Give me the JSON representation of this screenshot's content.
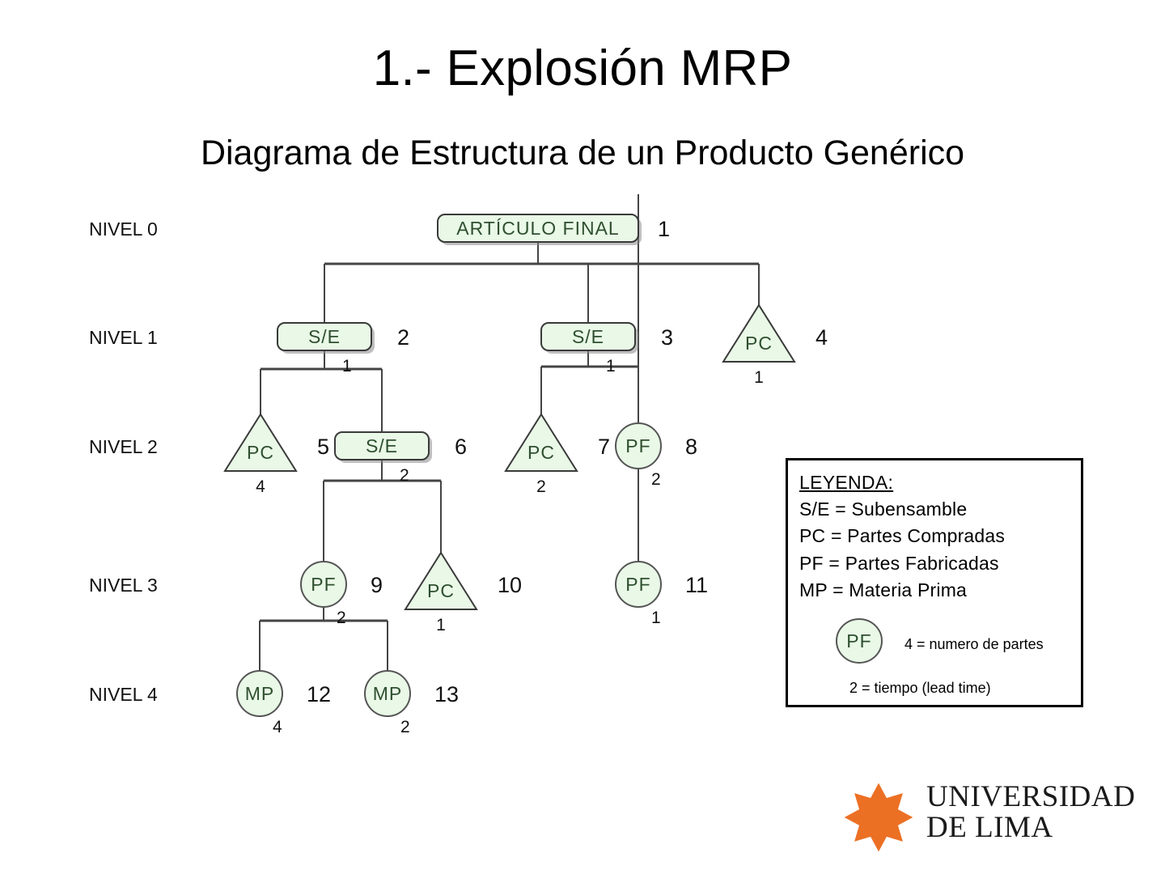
{
  "slide": {
    "title": "1.- Explosión MRP",
    "subtitle": "Diagrama de Estructura de un Producto Genérico"
  },
  "diagram": {
    "levels": [
      {
        "label": "NIVEL 0"
      },
      {
        "label": "NIVEL 1"
      },
      {
        "label": "NIVEL 2"
      },
      {
        "label": "NIVEL 3"
      },
      {
        "label": "NIVEL 4"
      }
    ],
    "nodes": [
      {
        "id": "n0",
        "shape": "rounded-rect",
        "label": "ARTÍCULO FINAL",
        "number": "1",
        "lead": "",
        "level": 0
      },
      {
        "id": "n1",
        "shape": "rounded-rect",
        "label": "S/E",
        "number": "2",
        "lead": "1",
        "level": 1
      },
      {
        "id": "n2",
        "shape": "rounded-rect",
        "label": "S/E",
        "number": "3",
        "lead": "1",
        "level": 1
      },
      {
        "id": "n3",
        "shape": "triangle",
        "label": "PC",
        "number": "4",
        "lead": "1",
        "level": 1
      },
      {
        "id": "n4",
        "shape": "triangle",
        "label": "PC",
        "number": "5",
        "lead": "4",
        "level": 2
      },
      {
        "id": "n5",
        "shape": "rounded-rect",
        "label": "S/E",
        "number": "6",
        "lead": "2",
        "level": 2
      },
      {
        "id": "n6",
        "shape": "triangle",
        "label": "PC",
        "number": "7",
        "lead": "2",
        "level": 2
      },
      {
        "id": "n7",
        "shape": "circle",
        "label": "PF",
        "number": "8",
        "lead": "2",
        "level": 2
      },
      {
        "id": "n8",
        "shape": "circle",
        "label": "PF",
        "number": "9",
        "lead": "2",
        "level": 3
      },
      {
        "id": "n9",
        "shape": "triangle",
        "label": "PC",
        "number": "10",
        "lead": "1",
        "level": 3
      },
      {
        "id": "n10",
        "shape": "circle",
        "label": "PF",
        "number": "11",
        "lead": "1",
        "level": 3
      },
      {
        "id": "n11",
        "shape": "circle",
        "label": "MP",
        "number": "12",
        "lead": "4",
        "level": 4
      },
      {
        "id": "n12",
        "shape": "circle",
        "label": "MP",
        "number": "13",
        "lead": "2",
        "level": 4
      }
    ],
    "edges": [
      {
        "from": "n0",
        "to": "n1"
      },
      {
        "from": "n0",
        "to": "n2"
      },
      {
        "from": "n0",
        "to": "n3"
      },
      {
        "from": "n1",
        "to": "n4"
      },
      {
        "from": "n1",
        "to": "n5"
      },
      {
        "from": "n2",
        "to": "n6"
      },
      {
        "from": "n2",
        "to": "n7"
      },
      {
        "from": "n5",
        "to": "n8"
      },
      {
        "from": "n5",
        "to": "n9"
      },
      {
        "from": "n7",
        "to": "n10"
      },
      {
        "from": "n8",
        "to": "n11"
      },
      {
        "from": "n8",
        "to": "n12"
      }
    ],
    "node_fill": "#e9f8e7",
    "node_stroke": "#555555",
    "line_color": "#444444"
  },
  "legend": {
    "title": "LEYENDA:",
    "lines": [
      "S/E = Subensamble",
      "PC = Partes Compradas",
      "PF = Partes Fabricadas",
      "MP = Materia Prima"
    ],
    "sample_node_label": "PF",
    "sample_count": "4 = numero de partes",
    "sample_time": "2 =  tiempo (lead time)"
  },
  "logo": {
    "line1": "UNIVERSIDAD",
    "line2": "DE LIMA",
    "color": "#ec7024"
  }
}
